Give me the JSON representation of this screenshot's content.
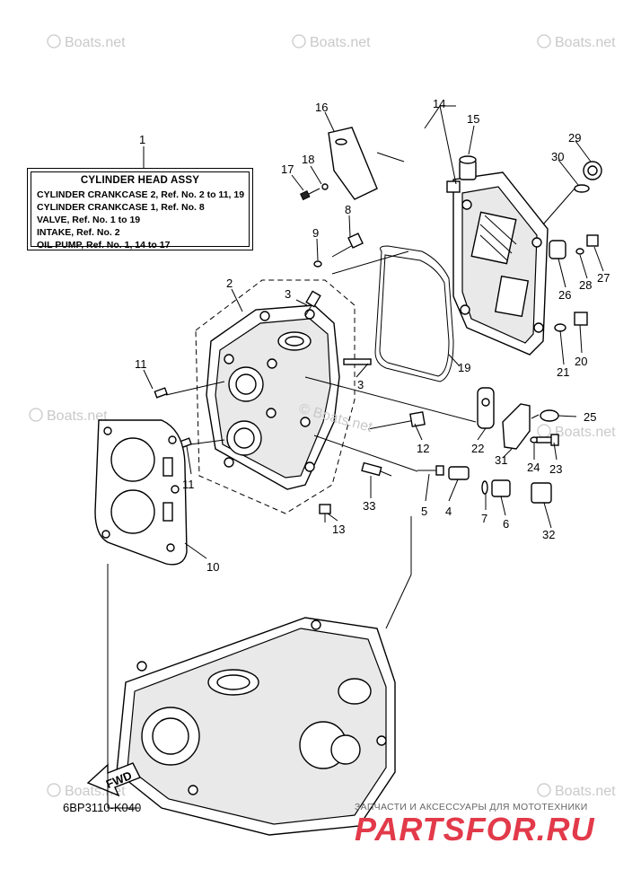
{
  "legend": {
    "title": "CYLINDER HEAD ASSY",
    "rows": [
      "CYLINDER CRANKCASE 2,  Ref. No. 2 to 11, 19",
      "CYLINDER CRANKCASE 1,  Ref. No. 8",
      "VALVE,  Ref. No. 1 to 19",
      "INTAKE,  Ref. No. 2",
      "OIL PUMP,  Ref. No. 1, 14 to 17"
    ]
  },
  "callouts": {
    "c1": "1",
    "c2": "2",
    "c3a": "3",
    "c3b": "3",
    "c4": "4",
    "c5": "5",
    "c6": "6",
    "c7": "7",
    "c8": "8",
    "c9": "9",
    "c10": "10",
    "c11a": "11",
    "c11b": "11",
    "c12": "12",
    "c13": "13",
    "c14": "14",
    "c15": "15",
    "c16": "16",
    "c17": "17",
    "c18": "18",
    "c19": "19",
    "c20": "20",
    "c21": "21",
    "c22": "22",
    "c23": "23",
    "c24": "24",
    "c25": "25",
    "c26": "26",
    "c27": "27",
    "c28": "28",
    "c29": "29",
    "c30": "30",
    "c31": "31",
    "c32": "32",
    "c33": "33"
  },
  "watermark_text": "Boats.net",
  "watermark_center": "© Boats.net",
  "fwd_label": "FWD",
  "diagram_code": "6BP3110-K040",
  "brand": {
    "tagline": "ЗАПЧАСТИ И АКСЕССУАРЫ ДЛЯ МОТОТЕХНИКИ",
    "logo": "PARTSFOR.RU",
    "color": "#e23a4a"
  }
}
